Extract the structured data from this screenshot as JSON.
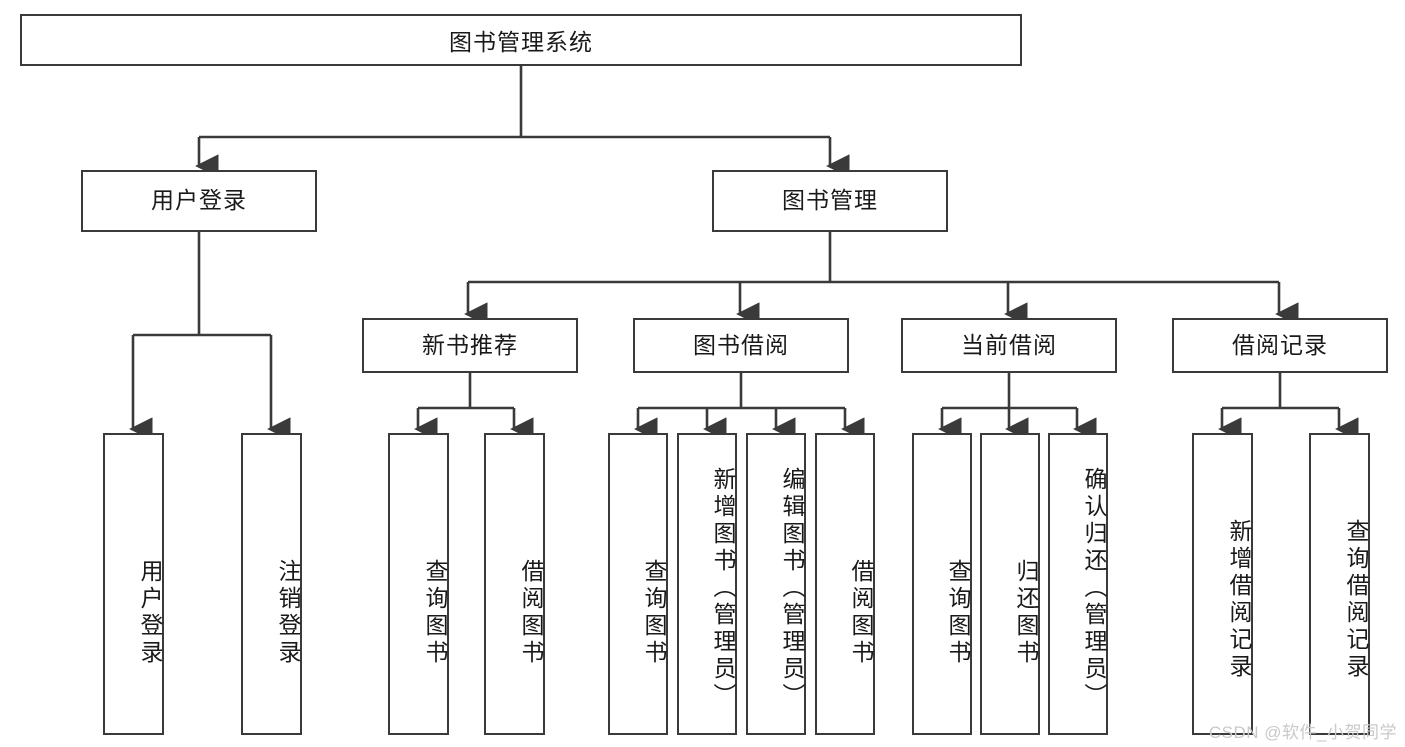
{
  "diagram": {
    "type": "tree-hierarchy",
    "title_text": "图书管理系统",
    "colors": {
      "background": "#ffffff",
      "border": "#3a3a3a",
      "text": "#1a1a1a",
      "connector": "#3a3a3a",
      "watermark": "#c9c9c9"
    }
  },
  "root": {
    "label": "图书管理系统"
  },
  "level2": [
    {
      "label": "用户登录"
    },
    {
      "label": "图书管理"
    }
  ],
  "level3": [
    {
      "label": "新书推荐"
    },
    {
      "label": "图书借阅"
    },
    {
      "label": "当前借阅"
    },
    {
      "label": "借阅记录"
    }
  ],
  "leaves": {
    "user_login": [
      {
        "label": "用户登录"
      },
      {
        "label": "注销登录"
      }
    ],
    "new_book_recommend": [
      {
        "label": "查询图书"
      },
      {
        "label": "借阅图书"
      }
    ],
    "book_borrow": [
      {
        "label": "查询图书"
      },
      {
        "label": "新增图书（管理员）"
      },
      {
        "label": "编辑图书（管理员）"
      },
      {
        "label": "借阅图书"
      }
    ],
    "current_borrow": [
      {
        "label": "查询图书"
      },
      {
        "label": "归还图书"
      },
      {
        "label": "确认归还（管理员）"
      }
    ],
    "borrow_record": [
      {
        "label": "新增借阅记录"
      },
      {
        "label": "查询借阅记录"
      }
    ]
  },
  "watermark": {
    "text": "CSDN @软件_小贺同学"
  }
}
